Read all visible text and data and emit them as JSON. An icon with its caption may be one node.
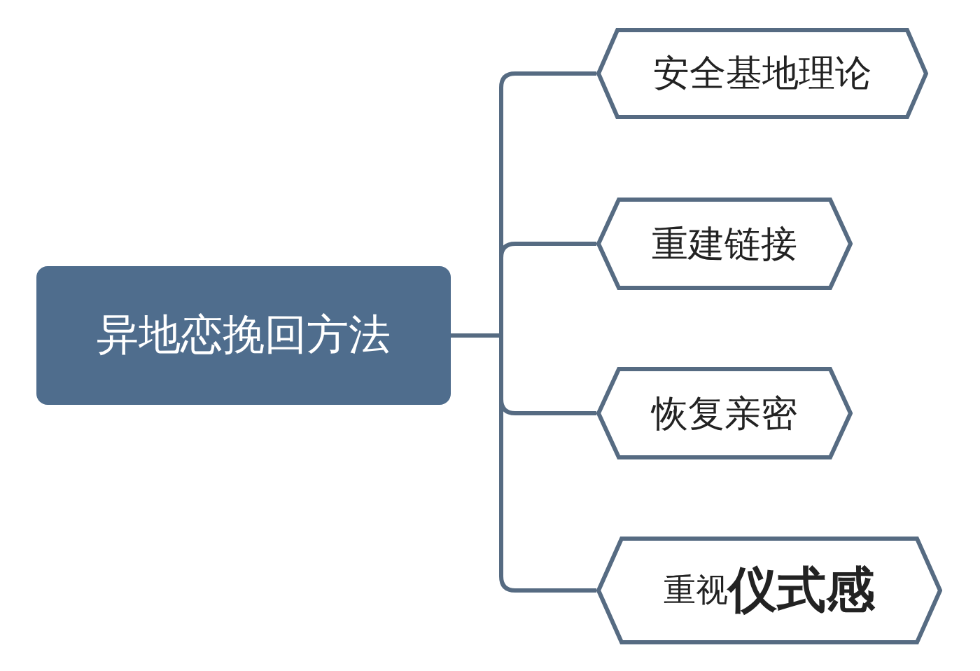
{
  "diagram": {
    "nodes": [
      {
        "text": [
          "异地恋挽回方法"
        ]
      },
      {
        "text": [
          "安全基地理论"
        ]
      },
      {
        "text": [
          "重建链接"
        ]
      },
      {
        "text": [
          "恢复亲密"
        ]
      },
      {
        "text": [
          "重视**仪式感**"
        ]
      }
    ],
    "edges": [
      {
        "from": 0,
        "to": 1,
        "arrow": "none"
      },
      {
        "from": 0,
        "to": 2,
        "arrow": "none"
      },
      {
        "from": 0,
        "to": 3,
        "arrow": "none"
      },
      {
        "from": 0,
        "to": 4,
        "arrow": "none"
      }
    ]
  }
}
